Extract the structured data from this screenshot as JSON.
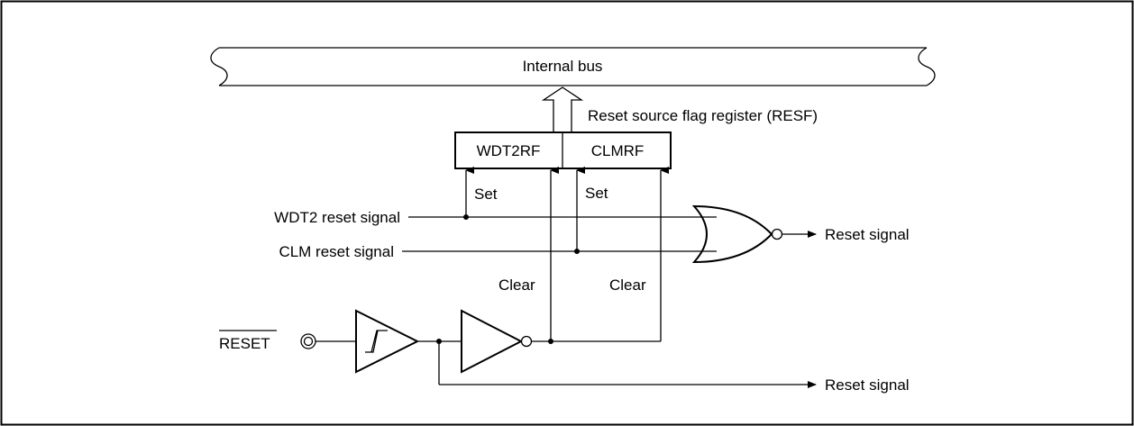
{
  "bus": {
    "label": "Internal bus"
  },
  "register": {
    "title": "Reset source flag register (RESF)",
    "bit_left": "WDT2RF",
    "bit_right": "CLMRF"
  },
  "inputs": {
    "wdt2": "WDT2 reset signal",
    "clm": "CLM reset signal",
    "reset_pin": "RESET"
  },
  "annotations": {
    "set_left": "Set",
    "set_right": "Set",
    "clear_left": "Clear",
    "clear_right": "Clear"
  },
  "outputs": {
    "reset_signal_top": "Reset signal",
    "reset_signal_bottom": "Reset signal"
  }
}
